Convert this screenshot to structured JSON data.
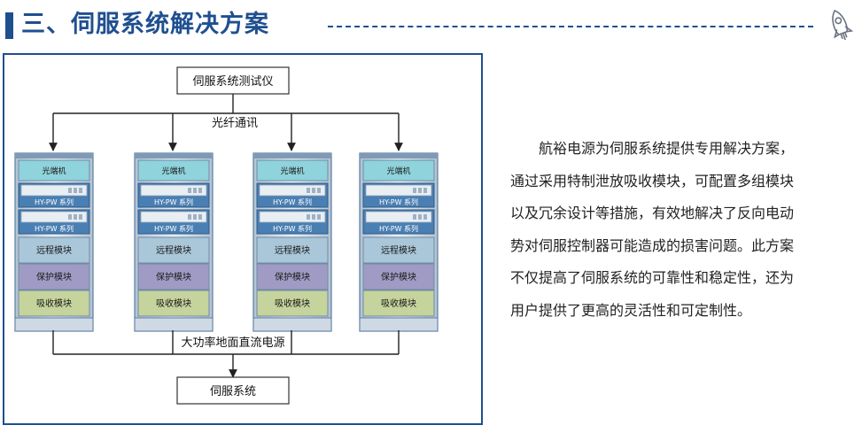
{
  "header": {
    "title": "三、伺服系统解决方案",
    "accent_color": "#1f4f8f",
    "icon": "rocket-icon"
  },
  "diagram": {
    "tester_label": "伺服系统测试仪",
    "bus_label": "光纤通讯",
    "power_label": "大功率地面直流电源",
    "servo_label": "伺服系统",
    "racks": [
      {
        "modules": [
          "光端机",
          "HY-PW 系列",
          "HY-PW 系列",
          "远程模块",
          "保护模块",
          "吸收模块"
        ]
      },
      {
        "modules": [
          "光端机",
          "HY-PW 系列",
          "HY-PW 系列",
          "远程模块",
          "保护模块",
          "吸收模块"
        ]
      },
      {
        "modules": [
          "光端机",
          "HY-PW 系列",
          "HY-PW 系列",
          "远程模块",
          "保护模块",
          "吸收模块"
        ]
      },
      {
        "modules": [
          "光端机",
          "HY-PW 系列",
          "HY-PW 系列",
          "远程模块",
          "保护模块",
          "吸收模块"
        ]
      }
    ],
    "colors": {
      "frame": "#1f4f8f",
      "optical": "#8fd3dc",
      "psu": "#4a7fb3",
      "remote": "#a9c7d8",
      "protect": "#9f9bc4",
      "absorb": "#c5d39c"
    }
  },
  "description": {
    "text": "　　航裕电源为伺服系统提供专用解决方案，\n通过采用特制泄放吸收模块，可配置多组模块\n以及冗余设计等措施，有效地解决了反向电动\n势对伺服控制器可能造成的损害问题。此方案\n不仅提高了伺服系统的可靠性和稳定性，还为\n用户提供了更高的灵活性和可定制性。"
  }
}
